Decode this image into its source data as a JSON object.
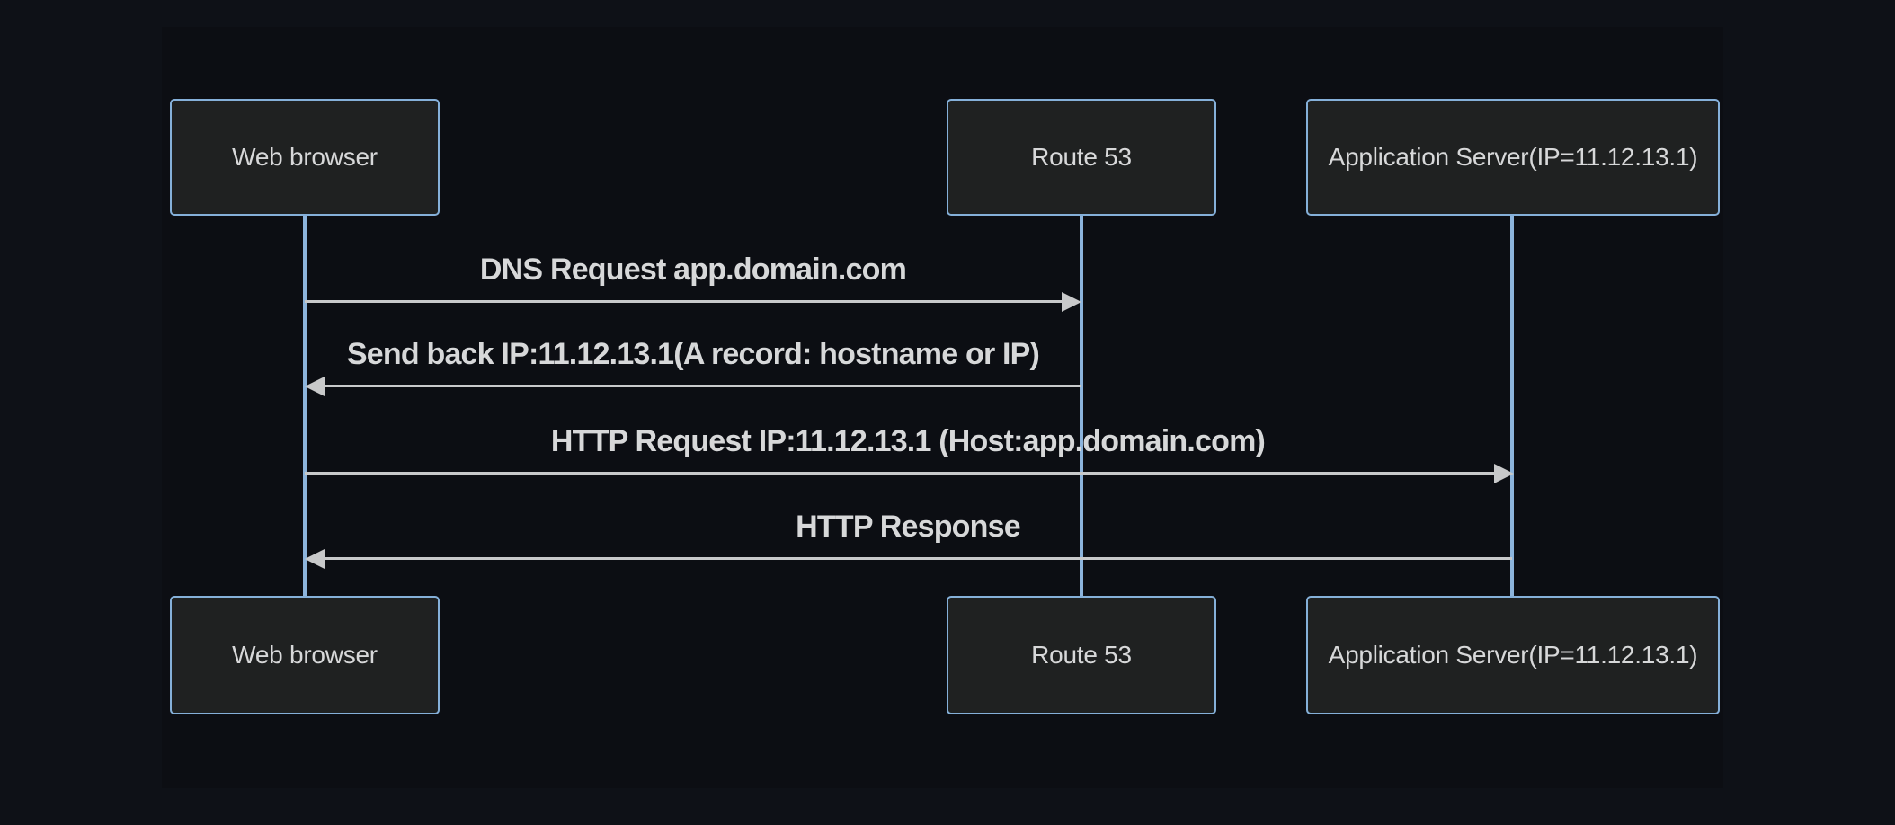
{
  "diagram": {
    "type": "sequence-diagram",
    "actors": [
      {
        "id": "web-browser",
        "label": "Web browser"
      },
      {
        "id": "route-53",
        "label": "Route 53"
      },
      {
        "id": "application-server",
        "label": "Application Server(IP=11.12.13.1)"
      }
    ],
    "messages": [
      {
        "from": "web-browser",
        "to": "route-53",
        "direction": "right",
        "label": "DNS Request app.domain.com"
      },
      {
        "from": "route-53",
        "to": "web-browser",
        "direction": "left",
        "label": "Send back IP:11.12.13.1(A record: hostname or IP)"
      },
      {
        "from": "web-browser",
        "to": "application-server",
        "direction": "right",
        "label": "HTTP Request IP:11.12.13.1 (Host:app.domain.com)"
      },
      {
        "from": "application-server",
        "to": "web-browser",
        "direction": "left",
        "label": "HTTP Response"
      }
    ],
    "colors": {
      "background": "#0e1117",
      "panel": "#0c0e13",
      "actor_fill": "#1f2121",
      "actor_border": "#85b0d9",
      "lifeline": "#8cb4dc",
      "signal": "#c8c9ca",
      "text": "#d7d8d9"
    }
  }
}
